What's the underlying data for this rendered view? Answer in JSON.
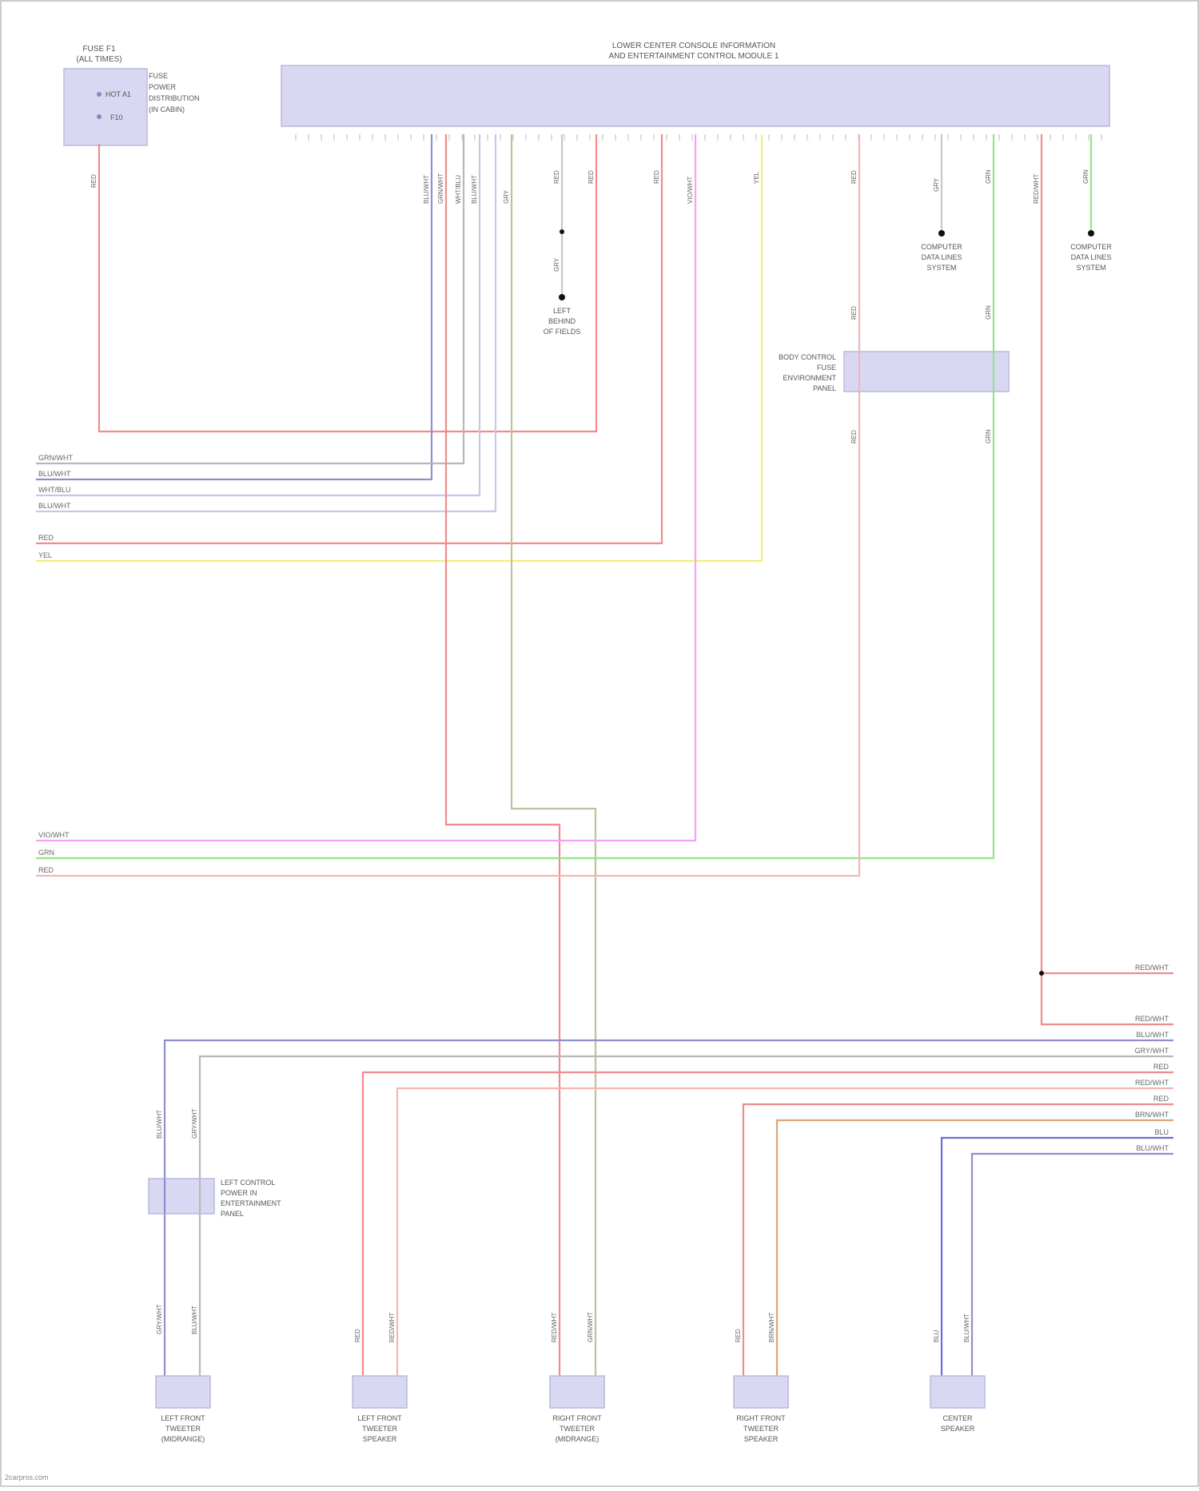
{
  "diagram": {
    "main_module": {
      "title_line1": "LOWER CENTER CONSOLE INFORMATION",
      "title_line2": "AND ENTERTAINMENT CONTROL MODULE 1"
    },
    "fuse": {
      "title_line1": "FUSE F1",
      "title_line2": "(ALL TIMES)",
      "label1": "FUSE",
      "label2": "POWER",
      "label3": "DISTRIBUTION",
      "label4": "(IN CABIN)",
      "pin1": "HOT A1",
      "pin2": "F10"
    },
    "module_ground_left": {
      "line1": "LEFT",
      "line2": "BEHIND",
      "line3": "OF FIELDS"
    },
    "ground_mid": {
      "line1": "COMPUTER",
      "line2": "DATA LINES",
      "line3": "SYSTEM"
    },
    "ground_right": {
      "line1": "COMPUTER",
      "line2": "DATA LINES",
      "line3": "SYSTEM"
    },
    "connector_mid": {
      "line1": "BODY CONTROL",
      "line2": "FUSE",
      "line3": "ENVIRONMENT",
      "line4": "PANEL"
    },
    "connector_left": {
      "line1": "LEFT CONTROL",
      "line2": "POWER IN",
      "line3": "ENTERTAINMENT",
      "line4": "PANEL"
    },
    "speakers": [
      {
        "line1": "LEFT FRONT",
        "line2": "TWEETER",
        "line3": "(MIDRANGE)"
      },
      {
        "line1": "LEFT FRONT",
        "line2": "TWEETER",
        "line3": "SPEAKER"
      },
      {
        "line1": "RIGHT FRONT",
        "line2": "TWEETER",
        "line3": "(MIDRANGE)"
      },
      {
        "line1": "RIGHT FRONT",
        "line2": "TWEETER",
        "line3": "SPEAKER"
      },
      {
        "line1": "CENTER",
        "line2": "SPEAKER",
        "line3": ""
      }
    ],
    "left_bus_a": [
      "BLU/WHT",
      "GRN/WHT",
      "WHT/BLU",
      "BLU/WHT",
      "RED",
      "YEL"
    ],
    "left_bus_b": [
      "VIO/WHT",
      "GRN",
      "RED"
    ],
    "right_bus": [
      "RED/WHT",
      "RED/WHT",
      "BLU/WHT",
      "GRY/WHT",
      "RED",
      "RED/WHT",
      "RED",
      "BRN/WHT",
      "BLU",
      "BLU/WHT"
    ],
    "wire_labels": {
      "fuse_out": "RED",
      "t1": "BLU/WHT",
      "t2": "GRN/WHT",
      "t3": "WHT/BLU",
      "t4": "BLU/WHT",
      "t5": "GRY",
      "t6": "RED",
      "t7": "RED",
      "t8": "VIO/WHT",
      "t9": "YEL",
      "t10": "RED",
      "t11": "GRY",
      "t12": "GRN",
      "t13": "RED/WHT",
      "t14": "GRN",
      "t15": "RED",
      "t16": "GRN",
      "t17": "RED",
      "t18": "GRN",
      "s1a": "GRY/WHT",
      "s1b": "BLU/WHT",
      "s2a": "RED",
      "s2b": "RED/WHT",
      "s3a": "RED/WHT",
      "s3b": "GRN/WHT",
      "s4a": "RED",
      "s4b": "BRN/WHT",
      "s5a": "BLU",
      "s5b": "BLU/WHT",
      "c1": "BLU/WHT",
      "c2": "GRY/WHT"
    },
    "footer": "2carpros.com"
  }
}
